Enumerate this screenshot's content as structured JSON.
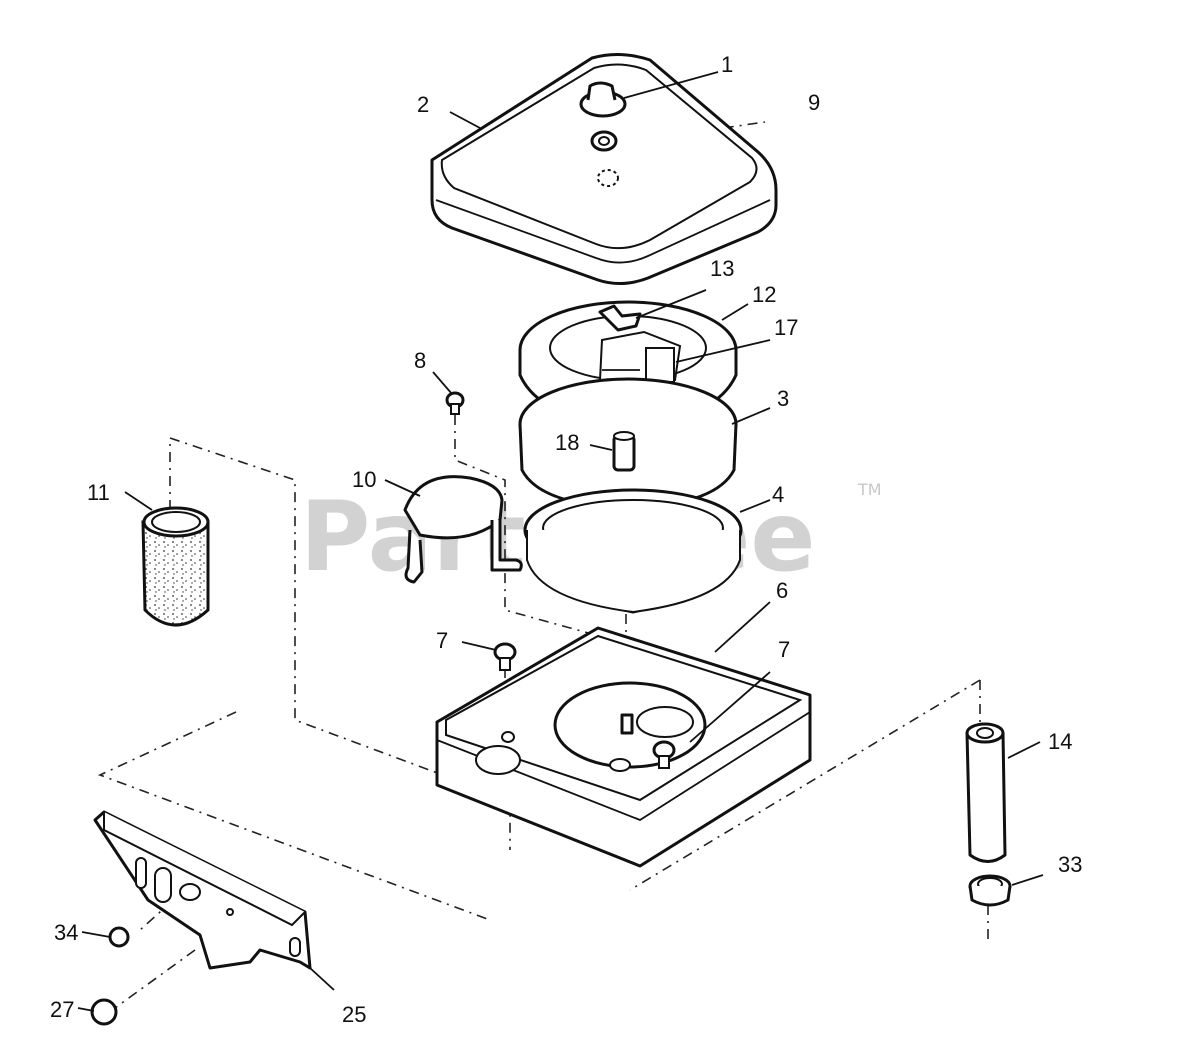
{
  "watermark": {
    "text": "PartsTree",
    "trademark": "TM"
  },
  "callouts": {
    "c1": "1",
    "c2": "2",
    "c3": "3",
    "c4": "4",
    "c6": "6",
    "c7a": "7",
    "c7b": "7",
    "c8": "8",
    "c9": "9",
    "c10": "10",
    "c11": "11",
    "c12": "12",
    "c13": "13",
    "c14": "14",
    "c17": "17",
    "c18": "18",
    "c25": "25",
    "c27": "27",
    "c33": "33",
    "c34": "34"
  }
}
